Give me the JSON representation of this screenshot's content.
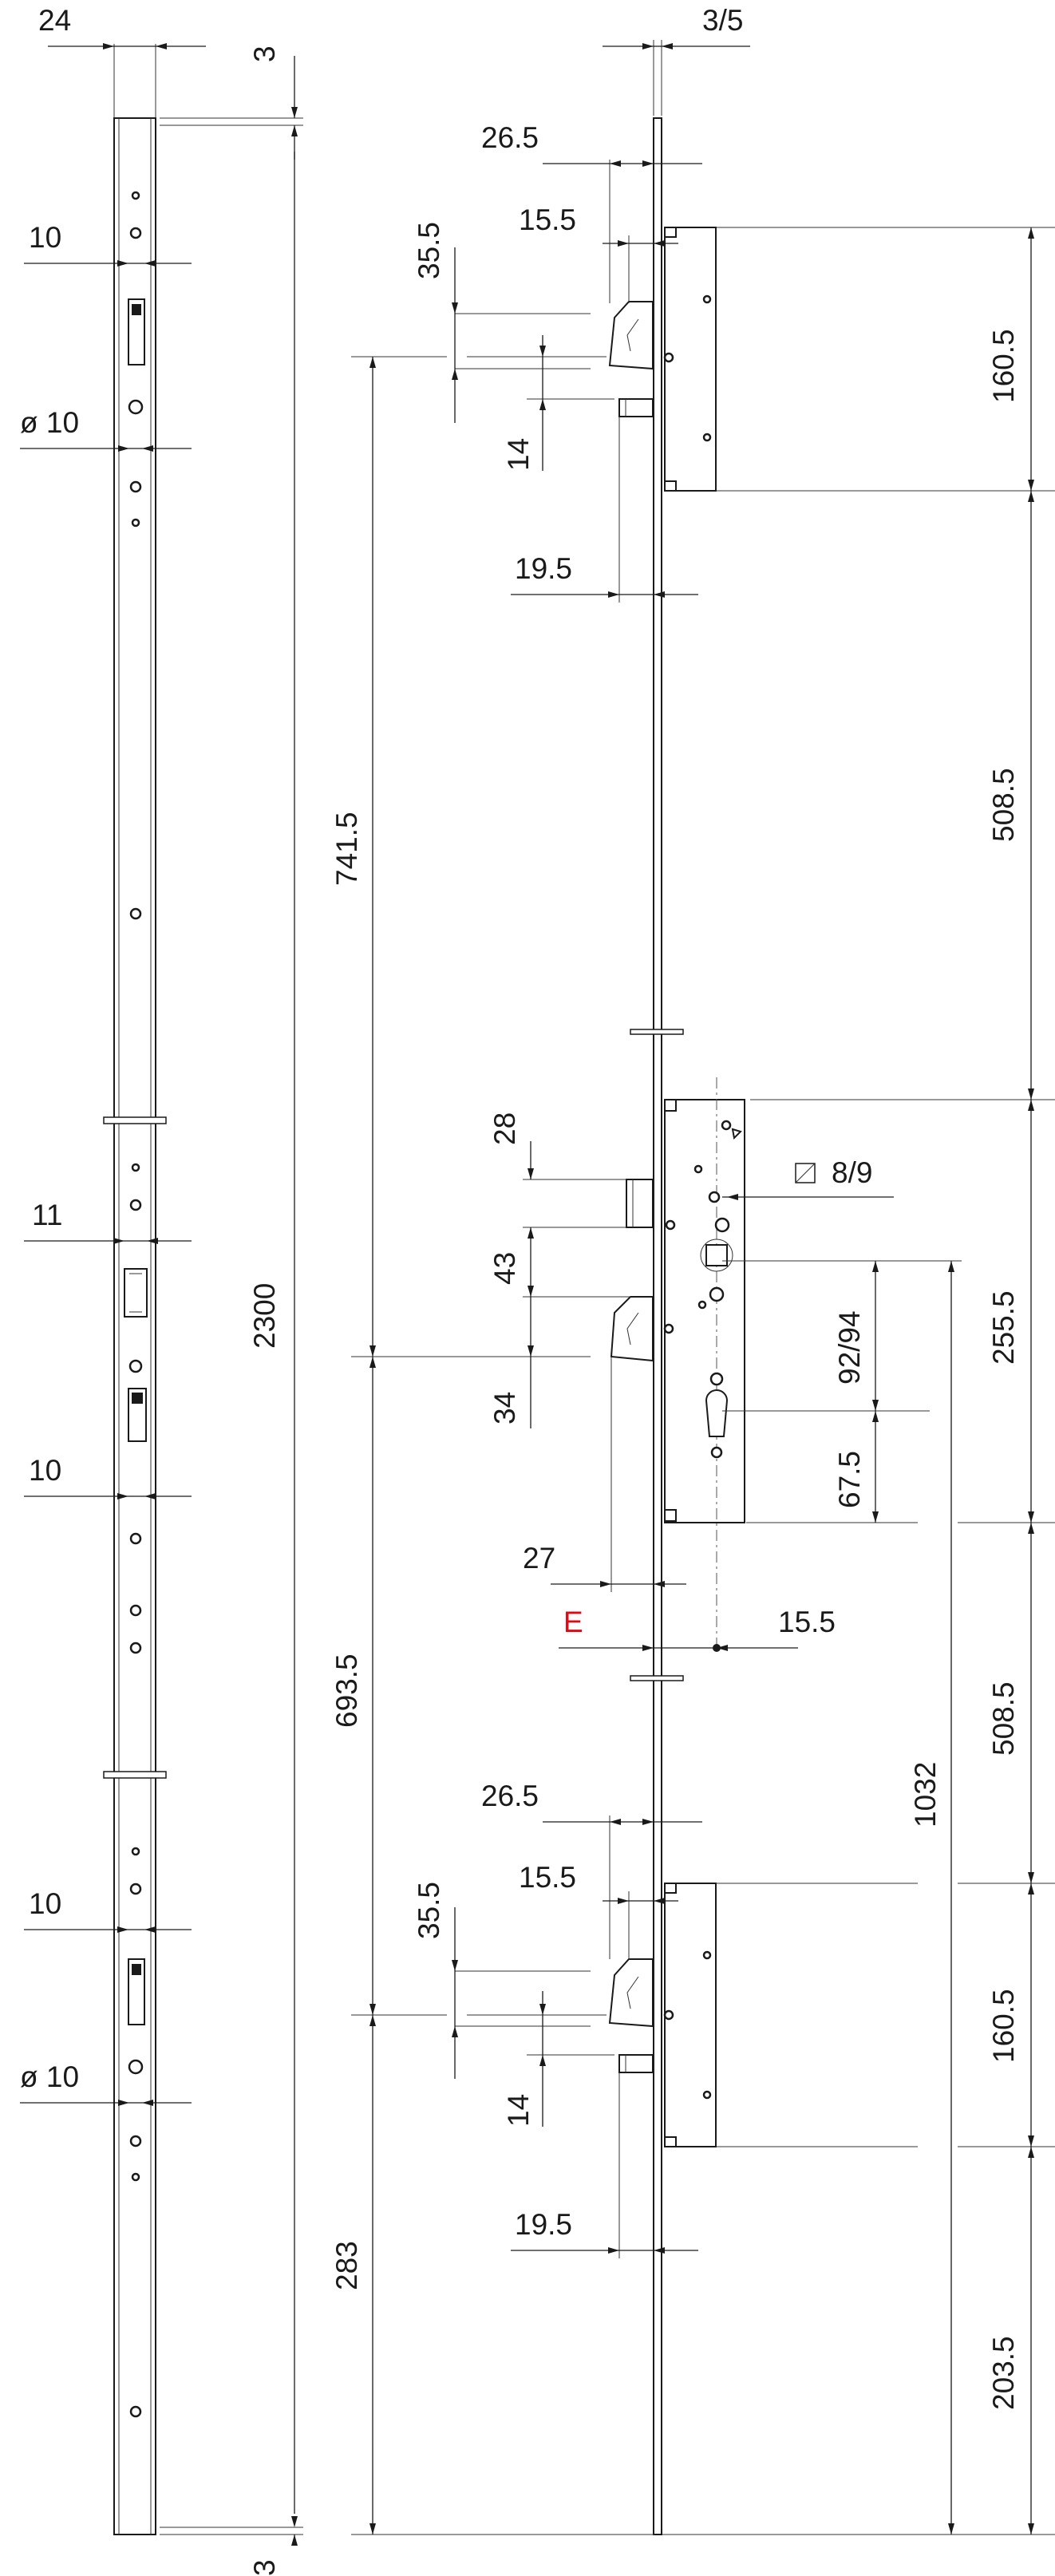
{
  "dimensions": {
    "left_view": {
      "width": "24",
      "end_gap_top": "3",
      "end_gap_bottom": "3",
      "total_length": "2300",
      "top_keep_width": "10",
      "top_hole_diameter": "ø 10",
      "middle_keep_width": "11",
      "middle_bolt_width": "10",
      "bottom_keep_width": "10",
      "bottom_hole_diameter": "ø 10"
    },
    "side_view": {
      "faceplate_thickness": "3/5",
      "top_hook_projection": "26.5",
      "top_hook_offset": "15.5",
      "top_hook_height": "35.5",
      "top_pin_height": "14",
      "top_pin_projection": "19.5",
      "top_housing_height": "160.5",
      "top_to_main_span": "508.5",
      "top_hook_to_main": "741.5",
      "main_latch_height": "28",
      "main_spacing": "43",
      "main_hook_height": "34",
      "main_hook_projection": "27",
      "square_spindle": "8/9",
      "spindle_to_cylinder": "92/94",
      "cylinder_to_bottom": "67.5",
      "main_housing_height": "255.5",
      "backset_label": "E",
      "backset_value": "15.5",
      "main_to_bottom_span": "508.5",
      "main_hook_to_bottom": "693.5",
      "spindle_to_end": "1032",
      "bottom_hook_projection": "26.5",
      "bottom_hook_offset": "15.5",
      "bottom_hook_height": "35.5",
      "bottom_pin_height": "14",
      "bottom_pin_projection": "19.5",
      "bottom_housing_height": "160.5",
      "bottom_hook_to_end": "283",
      "bottom_housing_to_end": "203.5"
    }
  },
  "colors": {
    "line": "#1a1a1a",
    "highlight": "#e30613"
  }
}
